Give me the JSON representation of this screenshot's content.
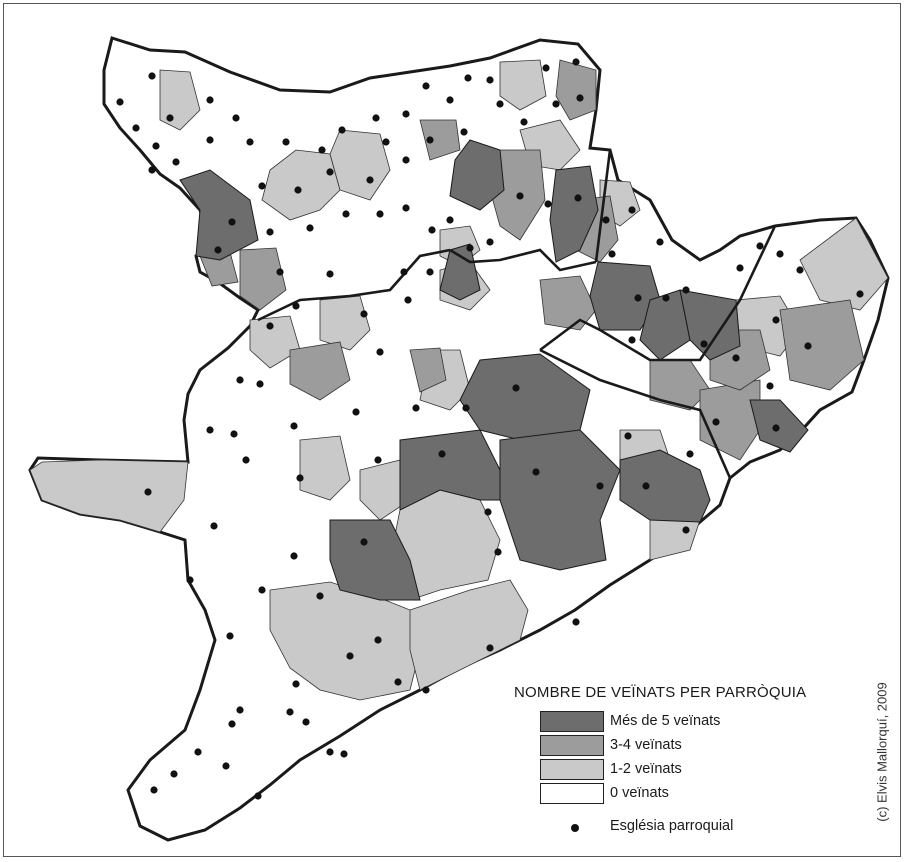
{
  "legend": {
    "title": "NOMBRE DE VEÏNATS PER PARRÒQUIA",
    "classes": [
      {
        "label": "Més de 5 veïnats",
        "color": "#6d6d6d"
      },
      {
        "label": "3-4 veïnats",
        "color": "#9c9c9c"
      },
      {
        "label": "1-2 veïnats",
        "color": "#c9c9c9"
      },
      {
        "label": "0 veïnats",
        "color": "#ffffff"
      }
    ],
    "church_label": "Església parroquial"
  },
  "credit": "(c) Elvis Mallorquí, 2009",
  "colors": {
    "border": "#1a1a1a",
    "boundary": "#333333",
    "dot": "#111111",
    "background": "#ffffff"
  }
}
